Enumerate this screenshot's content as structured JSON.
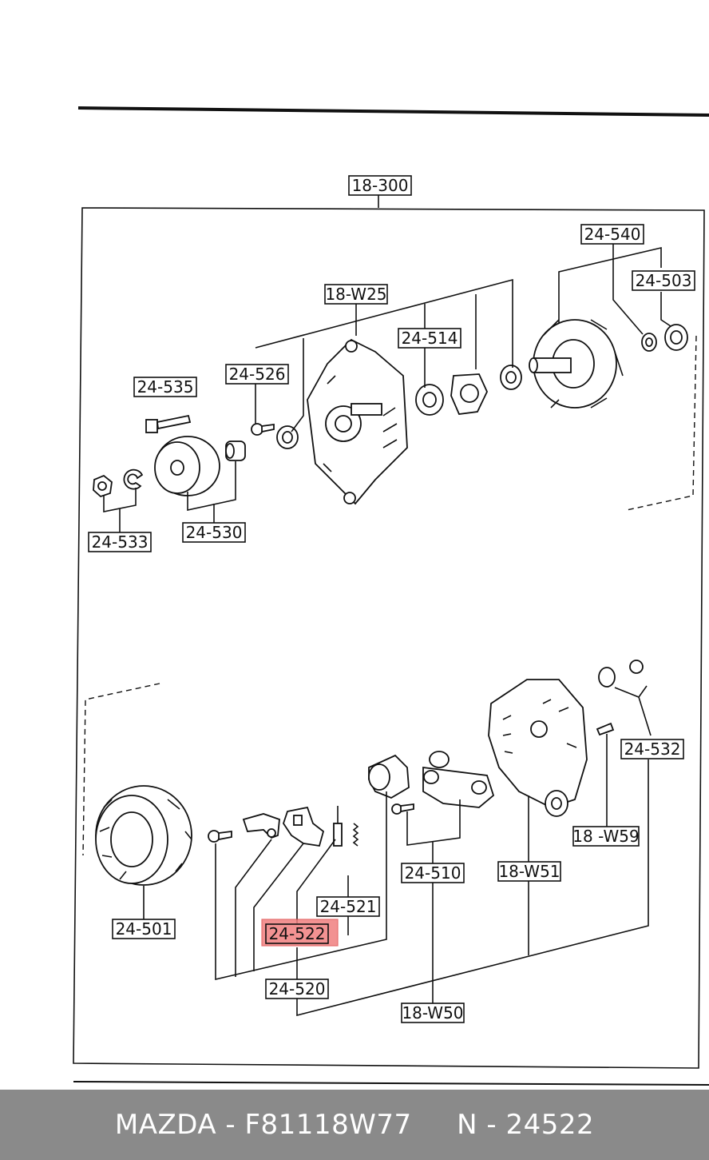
{
  "diagram": {
    "header_ref": "18-300",
    "labels": {
      "l_24_540": "24-540",
      "l_24_503": "24-503",
      "l_18_w25": "18-W25",
      "l_24_514": "24-514",
      "l_24_535": "24-535",
      "l_24_526": "24-526",
      "l_24_533": "24-533",
      "l_24_530": "24-530",
      "l_24_532": "24-532",
      "l_18_w59": "18 -W59",
      "l_24_510": "24-510",
      "l_18_w51": "18-W51",
      "l_24_501": "24-501",
      "l_24_521": "24-521",
      "l_24_522": "24-522",
      "l_24_520": "24-520",
      "l_18_w50": "18-W50"
    },
    "highlighted_part": "24-522",
    "highlight_color": "#f08080"
  },
  "footer": {
    "text": "MAZDA - F81118W77     N - 24522",
    "background": "#8a8a8a"
  }
}
